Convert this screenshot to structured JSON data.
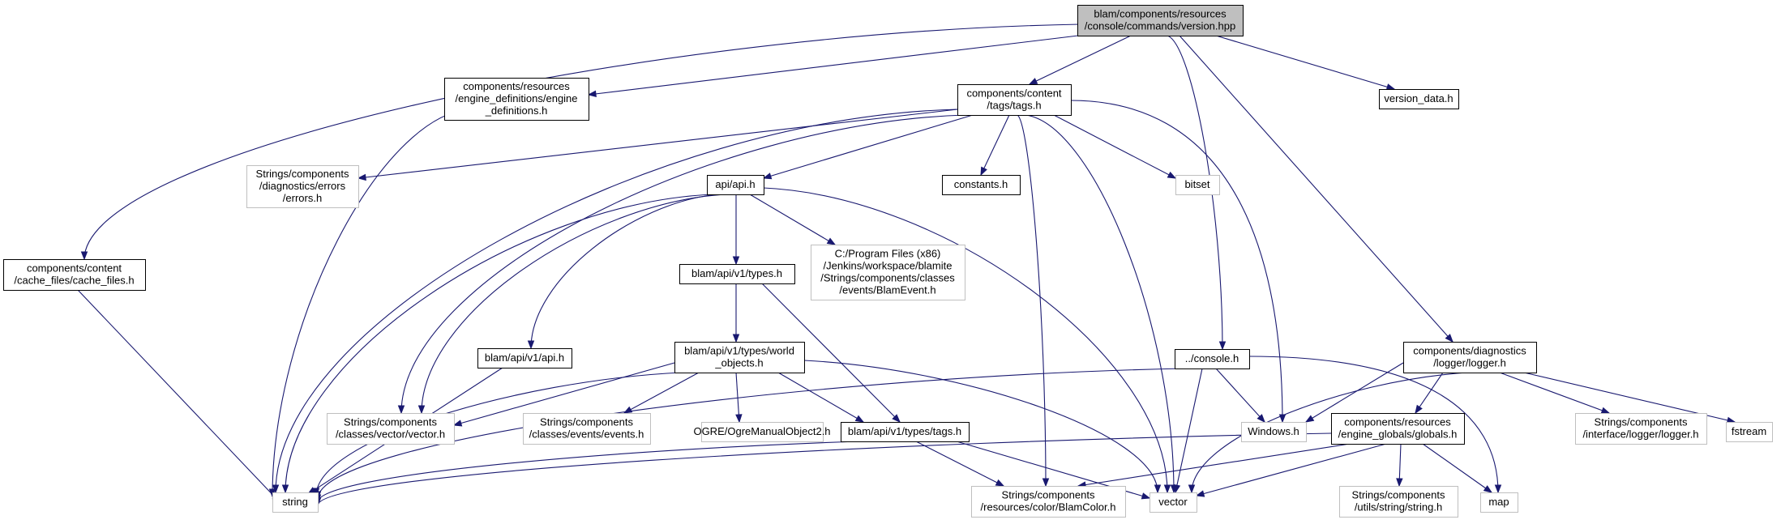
{
  "diagram": {
    "nodes": [
      {
        "id": "version",
        "lines": [
          "blam/components/resources",
          "/console/commands/version.hpp"
        ],
        "style": "root"
      },
      {
        "id": "cache_files",
        "lines": [
          "components/content",
          "/cache_files/cache_files.h"
        ],
        "style": "normal"
      },
      {
        "id": "engine_defs",
        "lines": [
          "components/resources",
          "/engine_definitions/engine",
          "_definitions.h"
        ],
        "style": "normal"
      },
      {
        "id": "tags",
        "lines": [
          "components/content",
          "/tags/tags.h"
        ],
        "style": "normal"
      },
      {
        "id": "version_data",
        "lines": [
          "version_data.h"
        ],
        "style": "normal"
      },
      {
        "id": "errors",
        "lines": [
          "Strings/components",
          "/diagnostics/errors",
          "/errors.h"
        ],
        "style": "external"
      },
      {
        "id": "api",
        "lines": [
          "api/api.h"
        ],
        "style": "normal"
      },
      {
        "id": "constants",
        "lines": [
          "constants.h"
        ],
        "style": "normal"
      },
      {
        "id": "bitset",
        "lines": [
          "bitset"
        ],
        "style": "external"
      },
      {
        "id": "blamevent",
        "lines": [
          "C:/Program Files (x86)",
          "/Jenkins/workspace/blamite",
          "/Strings/components/classes",
          "/events/BlamEvent.h"
        ],
        "style": "external"
      },
      {
        "id": "types",
        "lines": [
          "blam/api/v1/types.h"
        ],
        "style": "normal"
      },
      {
        "id": "v1api",
        "lines": [
          "blam/api/v1/api.h"
        ],
        "style": "normal"
      },
      {
        "id": "world_objects",
        "lines": [
          "blam/api/v1/types/world",
          "_objects.h"
        ],
        "style": "normal"
      },
      {
        "id": "console",
        "lines": [
          "../console.h"
        ],
        "style": "normal"
      },
      {
        "id": "logger",
        "lines": [
          "components/diagnostics",
          "/logger/logger.h"
        ],
        "style": "normal"
      },
      {
        "id": "vector_h",
        "lines": [
          "Strings/components",
          "/classes/vector/vector.h"
        ],
        "style": "external"
      },
      {
        "id": "events",
        "lines": [
          "Strings/components",
          "/classes/events/events.h"
        ],
        "style": "external"
      },
      {
        "id": "ogre",
        "lines": [
          "OGRE/OgreManualObject2.h"
        ],
        "style": "external"
      },
      {
        "id": "v1tags",
        "lines": [
          "blam/api/v1/types/tags.h"
        ],
        "style": "normal"
      },
      {
        "id": "windows",
        "lines": [
          "Windows.h"
        ],
        "style": "external"
      },
      {
        "id": "globals",
        "lines": [
          "components/resources",
          "/engine_globals/globals.h"
        ],
        "style": "normal"
      },
      {
        "id": "ilogger",
        "lines": [
          "Strings/components",
          "/interface/logger/logger.h"
        ],
        "style": "external"
      },
      {
        "id": "fstream",
        "lines": [
          "fstream"
        ],
        "style": "external"
      },
      {
        "id": "string",
        "lines": [
          "string"
        ],
        "style": "external"
      },
      {
        "id": "blamcolor",
        "lines": [
          "Strings/components",
          "/resources/color/BlamColor.h"
        ],
        "style": "external"
      },
      {
        "id": "vector",
        "lines": [
          "vector"
        ],
        "style": "external"
      },
      {
        "id": "strstring",
        "lines": [
          "Strings/components",
          "/utils/string/string.h"
        ],
        "style": "external"
      },
      {
        "id": "map",
        "lines": [
          "map"
        ],
        "style": "external"
      }
    ],
    "edges": [
      {
        "from": "version",
        "to": "cache_files"
      },
      {
        "from": "version",
        "to": "engine_defs"
      },
      {
        "from": "version",
        "to": "tags"
      },
      {
        "from": "version",
        "to": "console"
      },
      {
        "from": "version",
        "to": "logger"
      },
      {
        "from": "version",
        "to": "version_data"
      },
      {
        "from": "cache_files",
        "to": "string"
      },
      {
        "from": "engine_defs",
        "to": "string"
      },
      {
        "from": "tags",
        "to": "string"
      },
      {
        "from": "tags",
        "to": "errors"
      },
      {
        "from": "tags",
        "to": "vector_h"
      },
      {
        "from": "tags",
        "to": "api"
      },
      {
        "from": "tags",
        "to": "constants"
      },
      {
        "from": "tags",
        "to": "bitset"
      },
      {
        "from": "tags",
        "to": "windows"
      },
      {
        "from": "tags",
        "to": "blamcolor"
      },
      {
        "from": "tags",
        "to": "vector"
      },
      {
        "from": "api",
        "to": "string"
      },
      {
        "from": "api",
        "to": "v1api"
      },
      {
        "from": "api",
        "to": "vector_h"
      },
      {
        "from": "api",
        "to": "types"
      },
      {
        "from": "api",
        "to": "blamevent"
      },
      {
        "from": "api",
        "to": "vector"
      },
      {
        "from": "types",
        "to": "world_objects"
      },
      {
        "from": "types",
        "to": "v1tags"
      },
      {
        "from": "v1api",
        "to": "string"
      },
      {
        "from": "world_objects",
        "to": "vector_h"
      },
      {
        "from": "world_objects",
        "to": "string"
      },
      {
        "from": "world_objects",
        "to": "events"
      },
      {
        "from": "world_objects",
        "to": "ogre"
      },
      {
        "from": "world_objects",
        "to": "v1tags"
      },
      {
        "from": "world_objects",
        "to": "vector"
      },
      {
        "from": "v1tags",
        "to": "string"
      },
      {
        "from": "v1tags",
        "to": "blamcolor"
      },
      {
        "from": "v1tags",
        "to": "vector"
      },
      {
        "from": "console",
        "to": "string"
      },
      {
        "from": "console",
        "to": "windows"
      },
      {
        "from": "console",
        "to": "vector"
      },
      {
        "from": "console",
        "to": "map"
      },
      {
        "from": "logger",
        "to": "windows"
      },
      {
        "from": "logger",
        "to": "globals"
      },
      {
        "from": "logger",
        "to": "vector"
      },
      {
        "from": "logger",
        "to": "ilogger"
      },
      {
        "from": "logger",
        "to": "fstream"
      },
      {
        "from": "globals",
        "to": "string"
      },
      {
        "from": "globals",
        "to": "blamcolor"
      },
      {
        "from": "globals",
        "to": "vector"
      },
      {
        "from": "globals",
        "to": "strstring"
      },
      {
        "from": "globals",
        "to": "map"
      }
    ]
  }
}
